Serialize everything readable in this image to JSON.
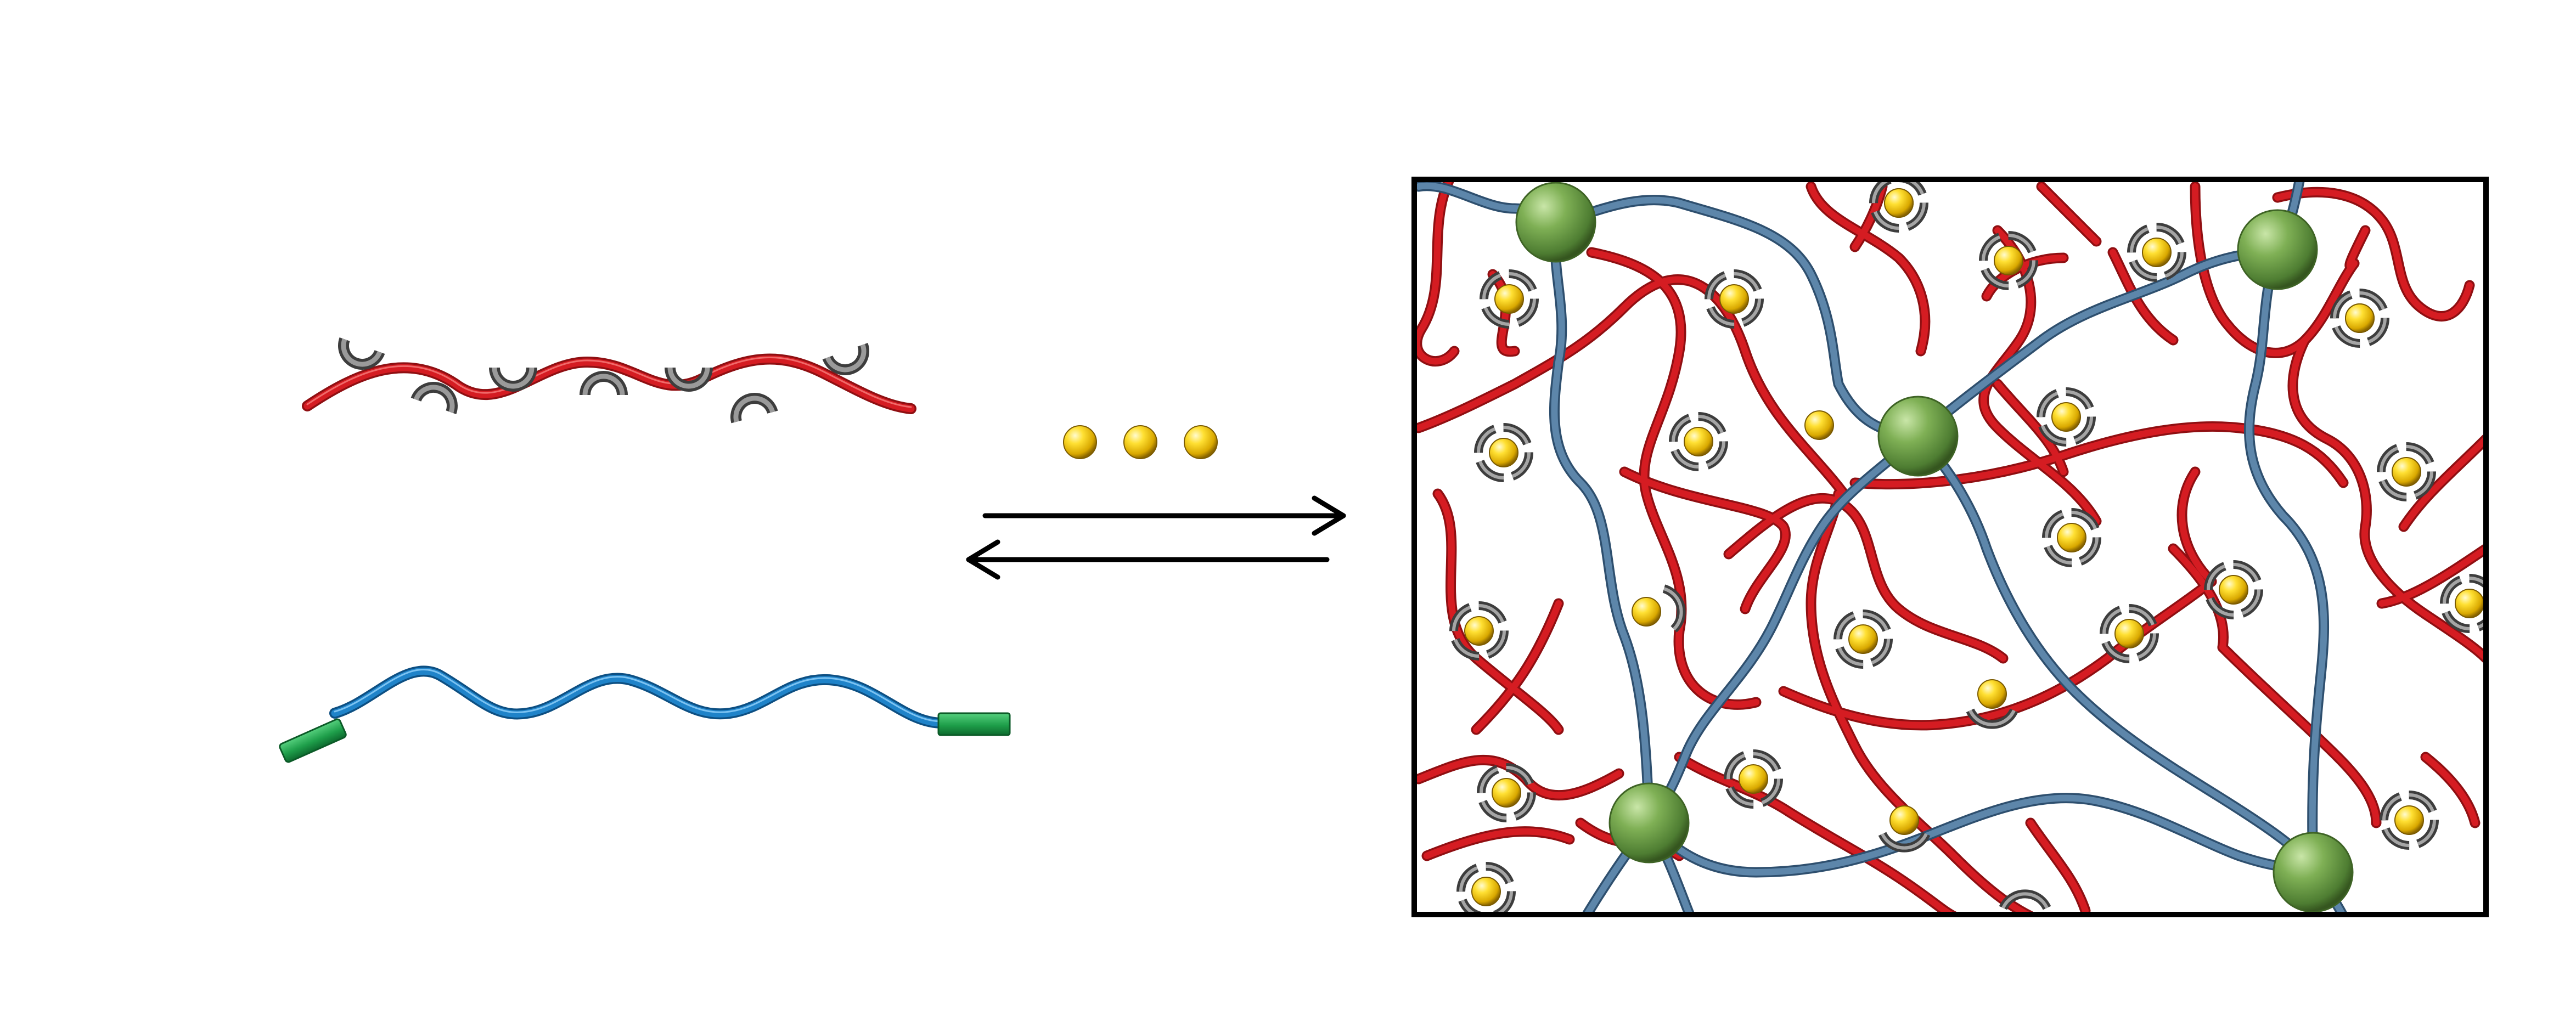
{
  "diagram": {
    "components": [
      {
        "id": "host-polymer",
        "label": ""
      },
      {
        "id": "guest-molecules",
        "label": ""
      },
      {
        "id": "telechelic-polymer",
        "label": ""
      },
      {
        "id": "equilibrium-arrows",
        "label": ""
      },
      {
        "id": "crosslinked-network",
        "label": ""
      }
    ],
    "colors": {
      "host_backbone": "#d51c22",
      "host_ring": "#6b6b6b",
      "guest": "#f2c400",
      "telechelic_backbone": "#1f83c9",
      "end_cap": "#1e9e4a",
      "network_strand": "#5d86aa",
      "crosslink_node": "#6f9c48",
      "outline": "#000000"
    },
    "counts": {
      "free_guest_molecules": 3
    }
  }
}
